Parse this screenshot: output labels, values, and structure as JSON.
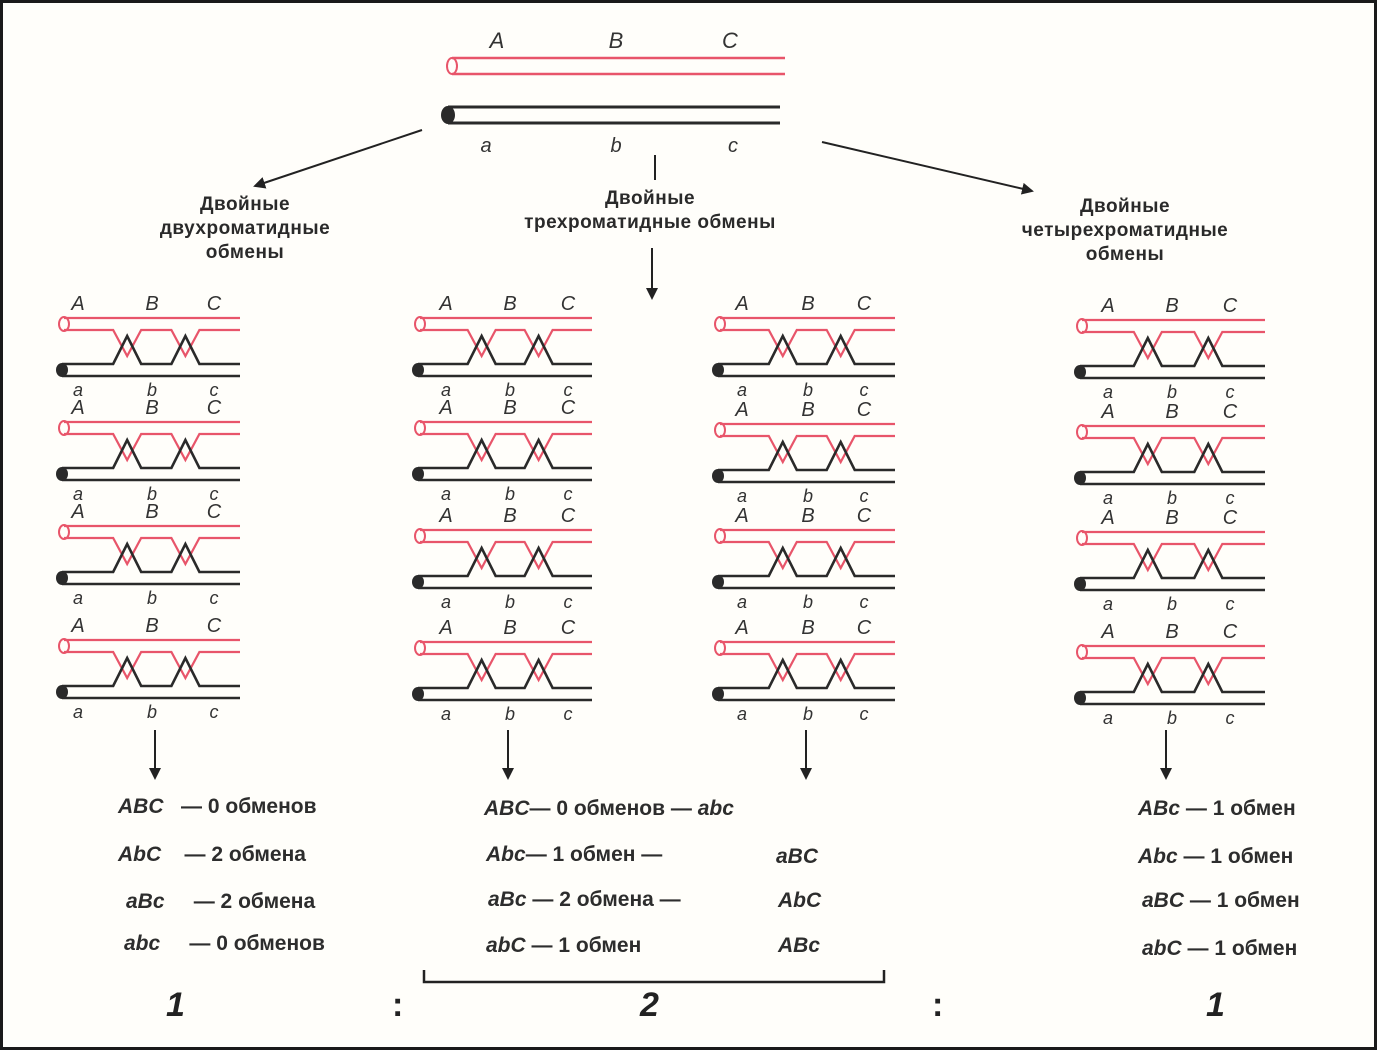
{
  "top_pair": {
    "upper_labels": [
      "A",
      "B",
      "C"
    ],
    "lower_labels": [
      "a",
      "b",
      "c"
    ],
    "colors": {
      "upper": "#e8556a",
      "lower": "#2a2a2a"
    }
  },
  "captions": {
    "two_strand": [
      "Двойные",
      "двухроматидные",
      "обмены"
    ],
    "three_strand": [
      "Двойные",
      "трехроматидные обмены"
    ],
    "four_strand": [
      "Двойные",
      "четырехроматидные",
      "обмены"
    ]
  },
  "results": {
    "two_strand": [
      {
        "genotype": "ABC",
        "text": "— 0 обменов"
      },
      {
        "genotype": "AbC",
        "text": "— 2 обмена"
      },
      {
        "genotype": "aBc",
        "text": "— 2 обмена"
      },
      {
        "genotype": "abc",
        "text": "— 0 обменов"
      }
    ],
    "three_strand": [
      {
        "left": "ABC",
        "text": "— 0 обменов —",
        "right": "abc"
      },
      {
        "left": "Abc",
        "text": "— 1 обмен —",
        "right": "aBC"
      },
      {
        "left": "aBc",
        "text": "— 2 обмена —",
        "right": "AbC"
      },
      {
        "left": "abC",
        "text": "— 1 обмен",
        "right": "ABc"
      }
    ],
    "four_strand": [
      {
        "genotype": "ABc",
        "text": "— 1 обмен"
      },
      {
        "genotype": "Abc",
        "text": "— 1 обмен"
      },
      {
        "genotype": "aBC",
        "text": "— 1 обмен"
      },
      {
        "genotype": "abC",
        "text": "— 1 обмен"
      }
    ]
  },
  "ratio": {
    "left": "1",
    "sep1": ":",
    "middle": "2",
    "sep2": ":",
    "right": "1"
  }
}
